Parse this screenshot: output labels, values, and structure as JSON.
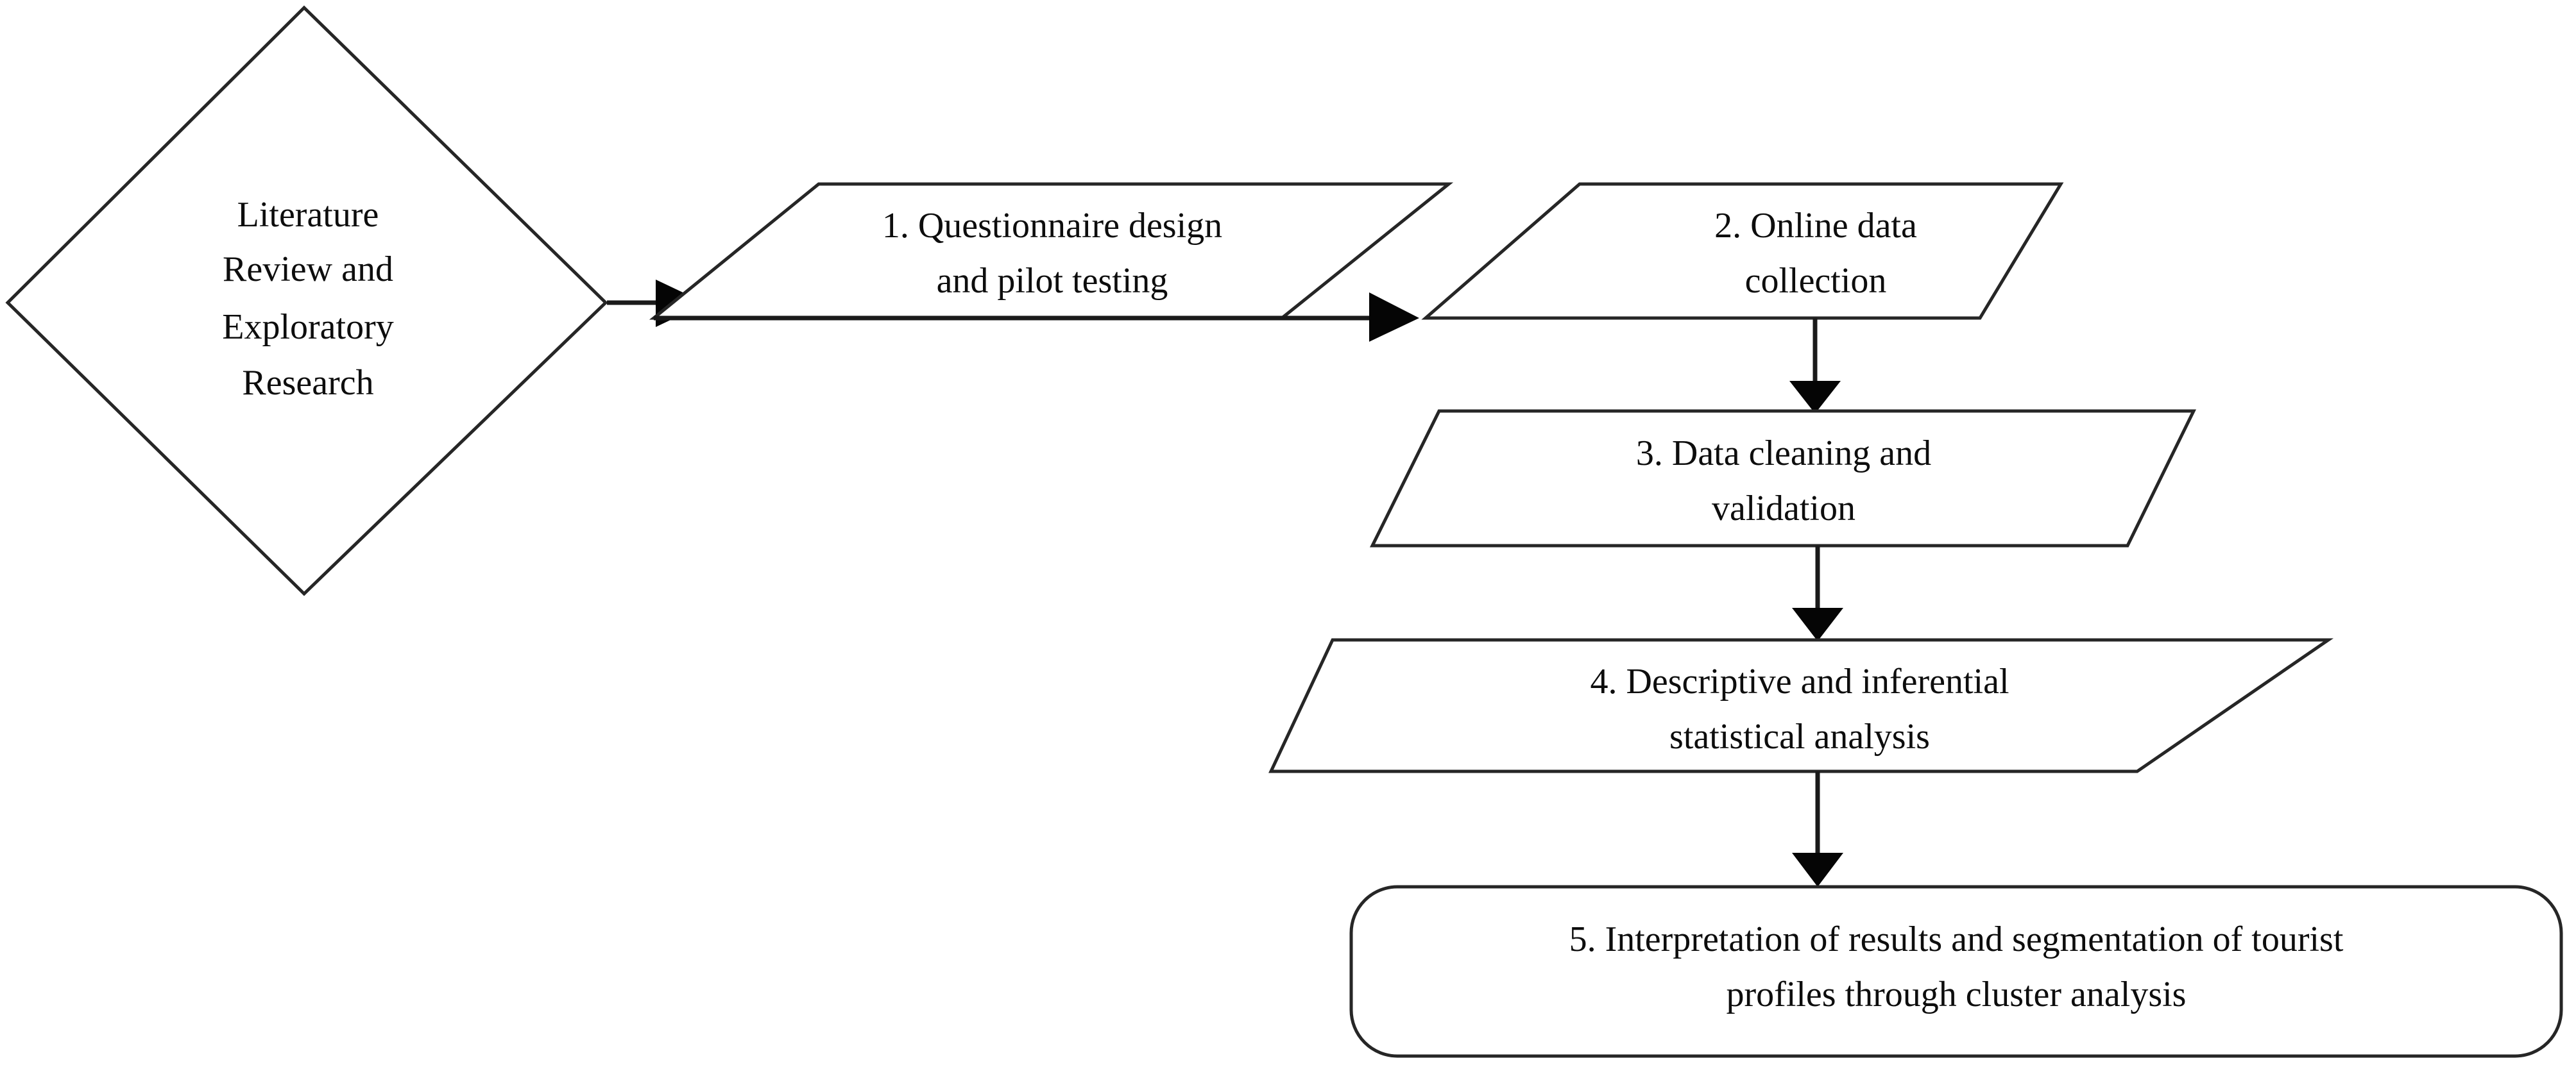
{
  "diagram": {
    "title": "Research methodology flowchart",
    "background_color": "#ffffff",
    "line_color": "#262626",
    "text_color": "#0d0d0d",
    "nodes": [
      {
        "id": "start",
        "shape": "diamond",
        "name": "literature-review-node",
        "lines": [
          "Literature",
          "Review and",
          "Exploratory",
          "Research"
        ],
        "text": "Literature Review and Exploratory Research"
      },
      {
        "id": "step1",
        "shape": "parallelogram",
        "name": "questionnaire-design-node",
        "lines": [
          "1. Questionnaire design",
          "and pilot testing"
        ],
        "text": "1. Questionnaire design and pilot testing"
      },
      {
        "id": "step2",
        "shape": "parallelogram",
        "name": "online-data-collection-node",
        "lines": [
          "2. Online data",
          "collection"
        ],
        "text": "2. Online data collection"
      },
      {
        "id": "step3",
        "shape": "parallelogram",
        "name": "data-cleaning-node",
        "lines": [
          "3. Data cleaning and",
          "validation"
        ],
        "text": "3. Data cleaning and validation"
      },
      {
        "id": "step4",
        "shape": "parallelogram",
        "name": "statistical-analysis-node",
        "lines": [
          "4. Descriptive and inferential",
          "statistical analysis"
        ],
        "text": "4. Descriptive and inferential statistical analysis"
      },
      {
        "id": "step5",
        "shape": "rounded-rectangle",
        "name": "interpretation-node",
        "lines": [
          "5. Interpretation of results and segmentation of tourist",
          "profiles through cluster analysis"
        ],
        "text": "5. Interpretation of results and segmentation of tourist profiles through cluster analysis"
      }
    ],
    "connectors": [
      {
        "name": "arrow-start-to-step1",
        "from": "start",
        "to": "step1",
        "direction": "right"
      },
      {
        "name": "arrow-step1-to-step2",
        "from": "step1",
        "to": "step2",
        "direction": "right"
      },
      {
        "name": "arrow-step2-to-step3",
        "from": "step2",
        "to": "step3",
        "direction": "down"
      },
      {
        "name": "arrow-step3-to-step4",
        "from": "step3",
        "to": "step4",
        "direction": "down"
      },
      {
        "name": "arrow-step4-to-step5",
        "from": "step4",
        "to": "step5",
        "direction": "down"
      }
    ]
  }
}
